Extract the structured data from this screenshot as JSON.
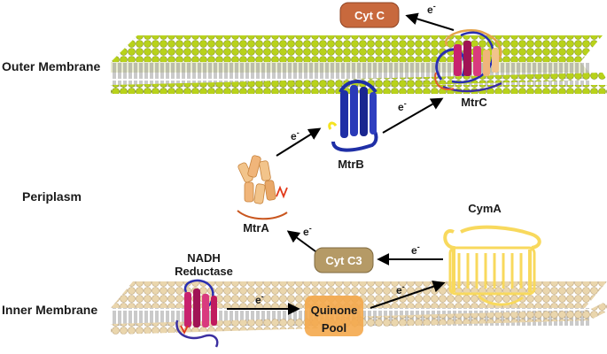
{
  "labels": {
    "outer_membrane": "Outer Membrane",
    "periplasm": "Periplasm",
    "inner_membrane": "Inner Membrane"
  },
  "proteins": {
    "cyt_c": "Cyt C",
    "mtrc": "MtrC",
    "mtrb": "MtrB",
    "mtra": "MtrA",
    "cyt_c3": "Cyt C3",
    "cyma": "CymA",
    "nadh_line1": "NADH",
    "nadh_line2": "Reductase",
    "quinone_line1": "Quinone",
    "quinone_line2": "Pool"
  },
  "electron_label": "e",
  "electron_sup": "-",
  "colors": {
    "outer_membrane": "#b8d21a",
    "inner_membrane": "#e6cfa4",
    "cyt_c_box": "#c8693d",
    "cyt_c3_box": "#b59a66",
    "quinone_box": "#f4a94c",
    "mtrb_blue": "#1f2fa6",
    "mtra_orange": "#f2c48b",
    "cyma_yellow": "#f8d95d"
  }
}
